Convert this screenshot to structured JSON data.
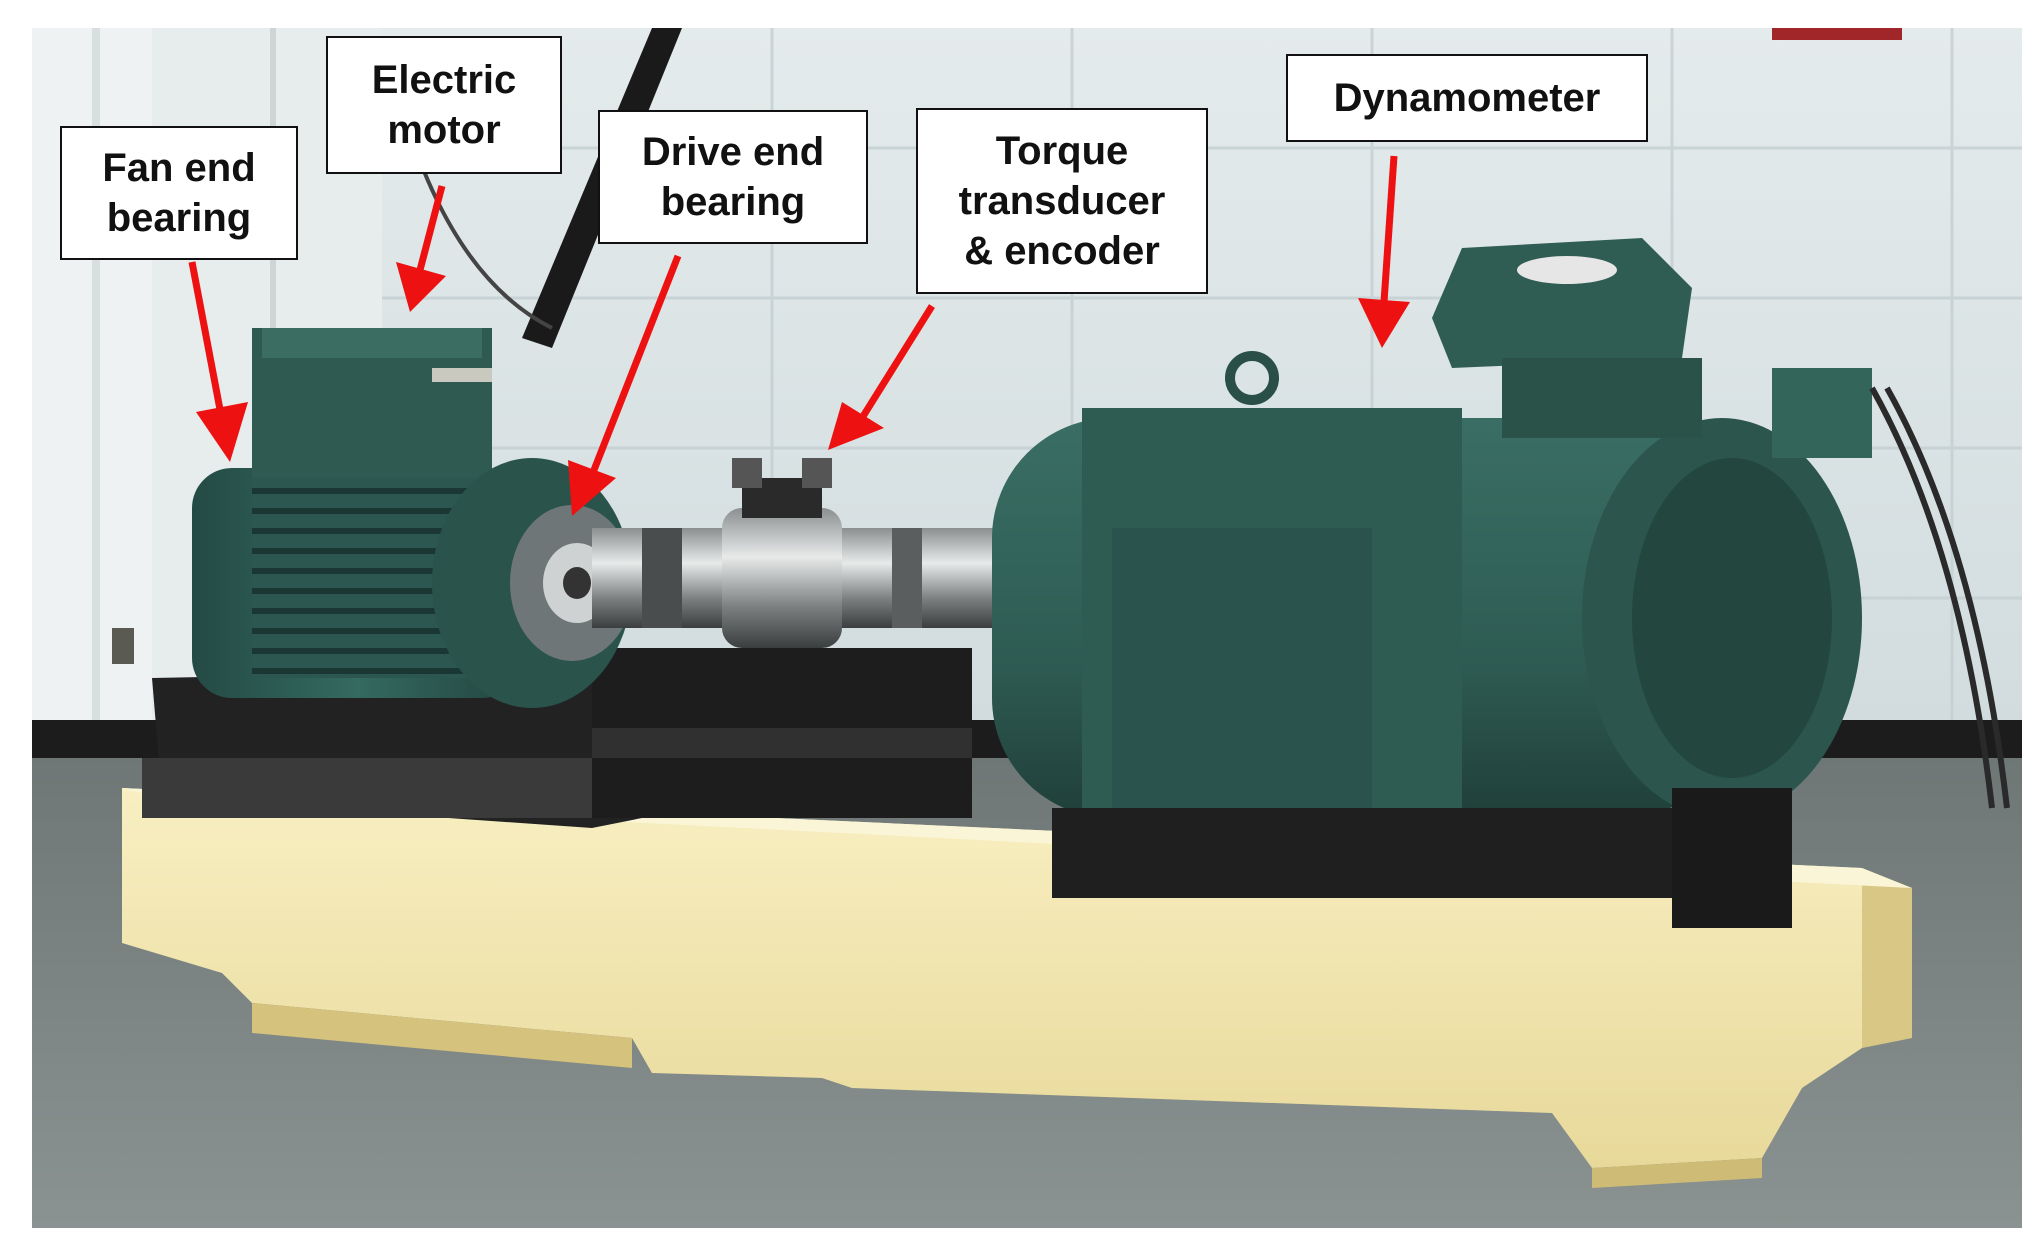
{
  "labels": {
    "fan_end_bearing": "Fan end\nbearing",
    "electric_motor": "Electric\nmotor",
    "drive_end_bearing": "Drive end\nbearing",
    "torque_transducer": "Torque\ntransducer\n& encoder",
    "dynamometer": "Dynamometer"
  },
  "colors": {
    "arrow": "#ee1111",
    "machine": "#2f5a52",
    "base": "#f3e9b6"
  }
}
